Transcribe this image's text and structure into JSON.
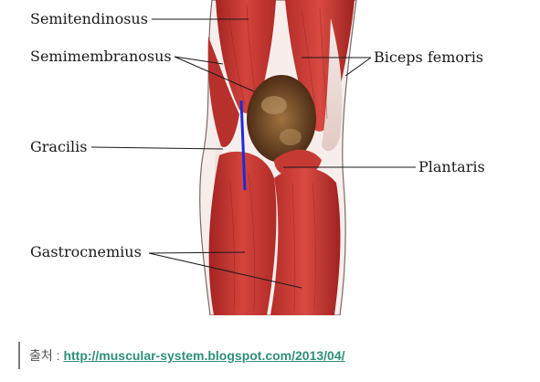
{
  "labels": {
    "semitendinosus": "Semitendinosus",
    "semimembranosus": "Semimembranosus",
    "gracilis": "Gracilis",
    "gastrocnemius": "Gastrocnemius",
    "biceps_femoris": "Biceps femoris",
    "plantaris": "Plantaris"
  },
  "caption": {
    "prefix": "출처 : ",
    "link_text": "http://muscular-system.blogspot.com/2013/04/"
  },
  "colors": {
    "muscle_red": "#c8322e",
    "muscle_dark": "#8e1c1c",
    "tendon_white": "#efe6e2",
    "fossa_brown": "#6b4424",
    "marker_blue": "#1f2bd8",
    "link_green": "#2f8f7a"
  }
}
